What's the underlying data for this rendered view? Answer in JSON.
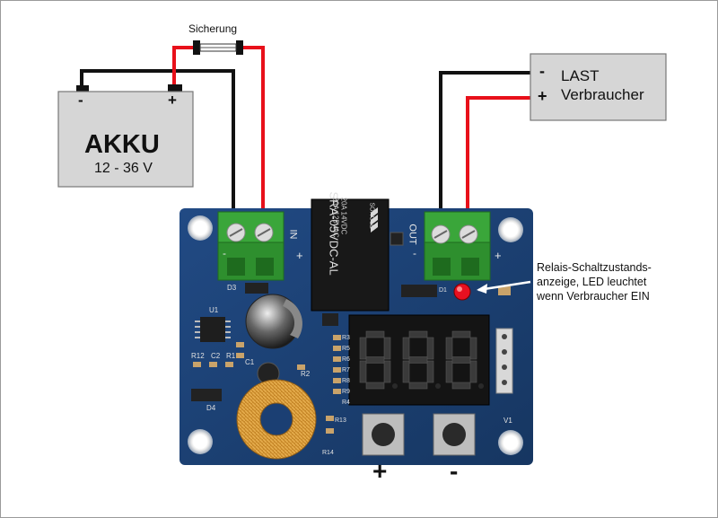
{
  "fuse": {
    "label": "Sicherung"
  },
  "battery": {
    "minus": "-",
    "plus": "+",
    "title": "AKKU",
    "voltage": "12 - 36 V"
  },
  "load": {
    "minus": "-",
    "plus": "+",
    "title": "LAST",
    "subtitle": "Verbraucher"
  },
  "relay": {
    "brand": "SONGLE",
    "line1": "20A 14VDC",
    "line2": "20A 125VAC",
    "model": "SRA-05VDC-AL"
  },
  "board": {
    "in_label": "IN",
    "out_label": "OUT",
    "in_minus": "-",
    "in_plus": "+",
    "out_minus": "-",
    "out_plus": "+",
    "silk": [
      "D3",
      "U1",
      "R12",
      "C2",
      "R1",
      "C1",
      "D4",
      "R2",
      "R3",
      "R5",
      "R6",
      "R7",
      "R8",
      "R9",
      "R4",
      "R14",
      "R13",
      "V1",
      "D1"
    ]
  },
  "display": {
    "digits": [
      "8",
      "8",
      "8"
    ]
  },
  "annotation": {
    "lines": [
      "Relais-Schaltzustands-",
      "anzeige, LED leuchtet",
      "wenn Verbraucher EIN"
    ]
  },
  "buttons": {
    "plus": "+",
    "minus": "-"
  },
  "colors": {
    "wire_black": "#111111",
    "wire_red": "#e8101a",
    "pcb": "#1b3f73",
    "terminal": "#3aa63a",
    "box_fill": "#d6d6d6"
  }
}
